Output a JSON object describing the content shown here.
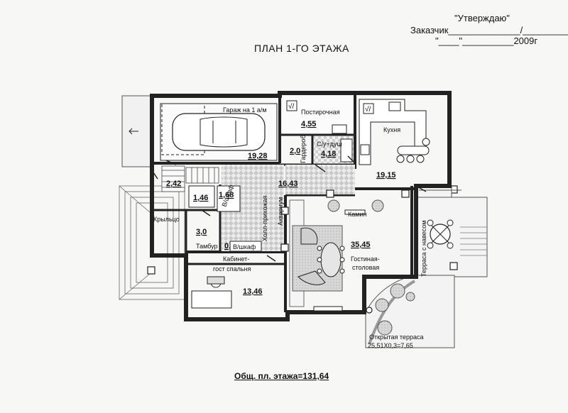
{
  "header": {
    "approve": "\"Утверждаю\"",
    "client_line": "Заказчик______________/_________/",
    "date_line": "\"____\"__________2009г",
    "title": "ПЛАН  1-ГО ЭТАЖА"
  },
  "rooms": {
    "garage": {
      "name": "Гараж на 1 а/м",
      "area": "19,28"
    },
    "laundry": {
      "name": "Постирочная",
      "area": "4,55"
    },
    "wardrobe_small": {
      "name": "Гардероб",
      "area": "2,0"
    },
    "bathroom": {
      "name": "С/у+душ",
      "area": "4,18"
    },
    "kitchen": {
      "name": "Кухня",
      "area": "19,15"
    },
    "stair_area": {
      "area": "2,42"
    },
    "closet": {
      "area": "1,46"
    },
    "wardrobe_hall": {
      "name": "В/шкаф",
      "area": "1,68"
    },
    "hall": {
      "name": "Холл-прихожая",
      "area": "16,43"
    },
    "porch": {
      "name": "Крыльцо",
      "area": "3,0"
    },
    "vestibule": {
      "name": "Тамбур",
      "area": "0,93"
    },
    "wardrobe_vest": {
      "name": "В/шкаф"
    },
    "study": {
      "name_line1": "Кабинет-",
      "name_line2": "гост спальня",
      "area": "13,46"
    },
    "living": {
      "name_line1": "Гостиная-",
      "name_line2": "столовая",
      "area": "35,45"
    },
    "terrace_covered": {
      "name": "Терраса с навесом"
    },
    "terrace_open": {
      "name": "Открытая терраса",
      "area": "25,51Х0,3=7,65"
    }
  },
  "fixtures": {
    "fireplace": "Камин",
    "aquarium": "Аквариум"
  },
  "footer": {
    "total": "Общ. пл. этажа=131,64"
  }
}
